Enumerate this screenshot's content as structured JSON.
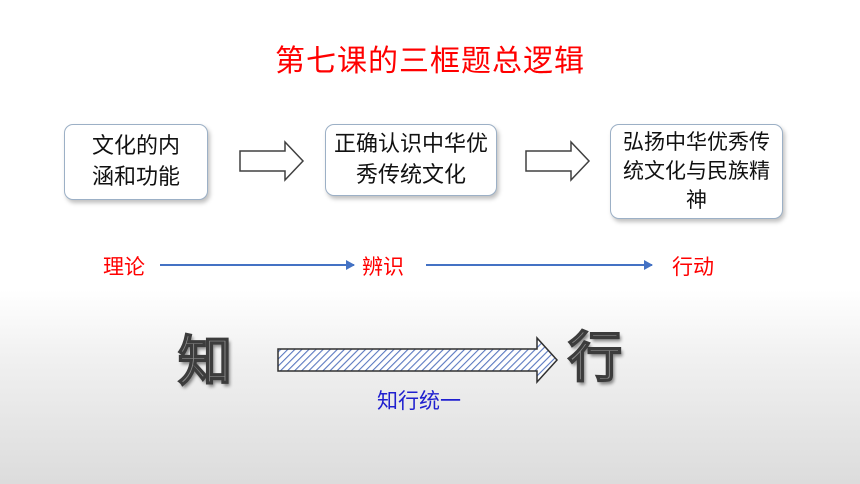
{
  "title": "第七课的三框题总逻辑",
  "boxes": [
    {
      "text": "文化的内涵和功能"
    },
    {
      "text": "正确认识中华优秀传统文化"
    },
    {
      "text": "弘扬中华优秀传统文化与民族精神"
    }
  ],
  "stages": [
    "理论",
    "辨识",
    "行动"
  ],
  "knowledge": "知",
  "action": "行",
  "unity_label": "知行统一",
  "colors": {
    "title": "#ff0000",
    "stage_label": "#ff0000",
    "line_arrow": "#4472c4",
    "unity_label": "#1f1fcf"
  }
}
